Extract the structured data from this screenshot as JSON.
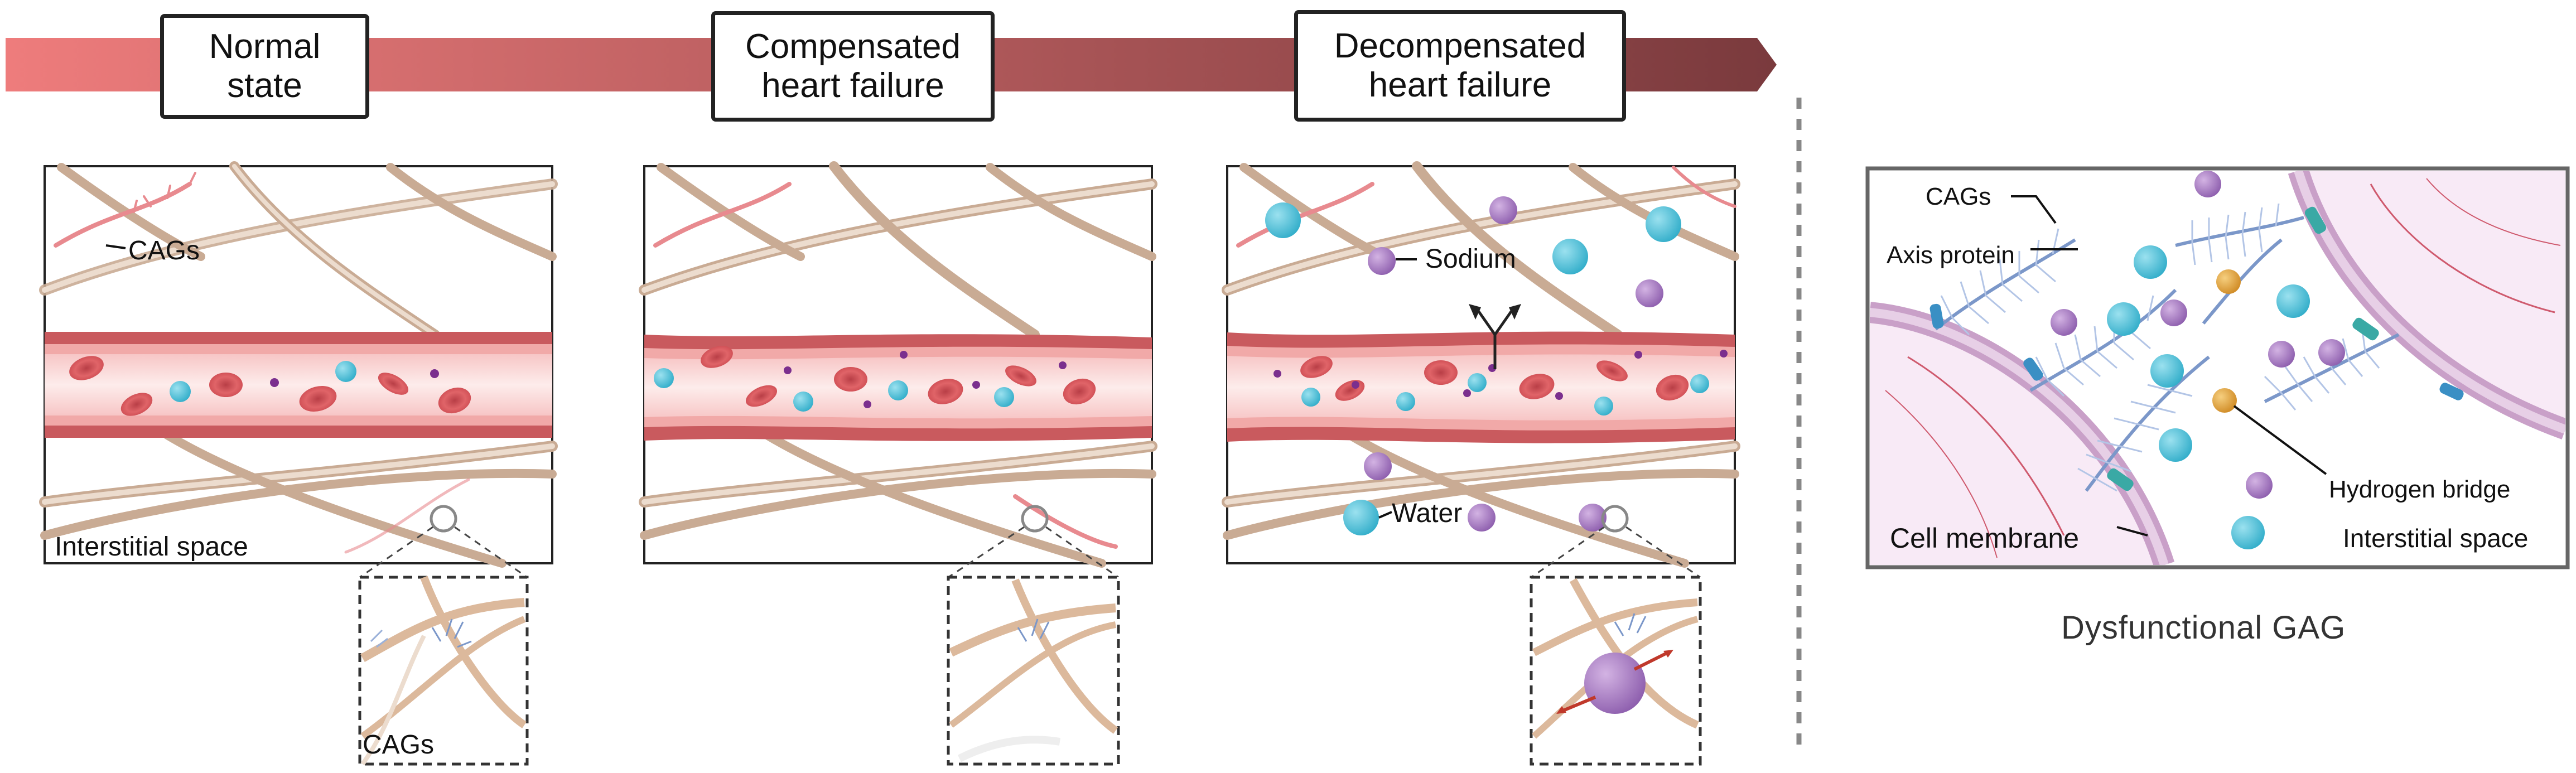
{
  "stages": [
    {
      "label": "Normal\nstate"
    },
    {
      "label": "Compensated\nheart failure"
    },
    {
      "label": "Decompensated\nheart failure"
    }
  ],
  "panel1": {
    "cags_label": "CAGs",
    "interstitial_label": "Interstitial space",
    "inset_label": "CAGs"
  },
  "panel3": {
    "sodium_label": "Sodium",
    "water_label": "Water"
  },
  "gag": {
    "cags_label": "CAGs",
    "axis_protein_label": "Axis protein",
    "hydrogen_bridge_label": "Hydrogen bridge",
    "cell_membrane_label": "Cell membrane",
    "interstitial_label": "Interstitial space",
    "caption": "Dysfunctional GAG"
  },
  "colors": {
    "arrow_start": "#ee7c7c",
    "arrow_end": "#7a3a3d",
    "vessel_wall": "#c95a5e",
    "red_cell": "#d9565c",
    "water": "#56c4dc",
    "sodium": "#a57bc0",
    "fiber": "#dcc2ad",
    "cag": "#e88a8f",
    "gag_chain": "#7b97c9",
    "membrane": "#c9a0c8",
    "channel": "#3aa9a5",
    "hydrogen": "#e0a53d"
  }
}
